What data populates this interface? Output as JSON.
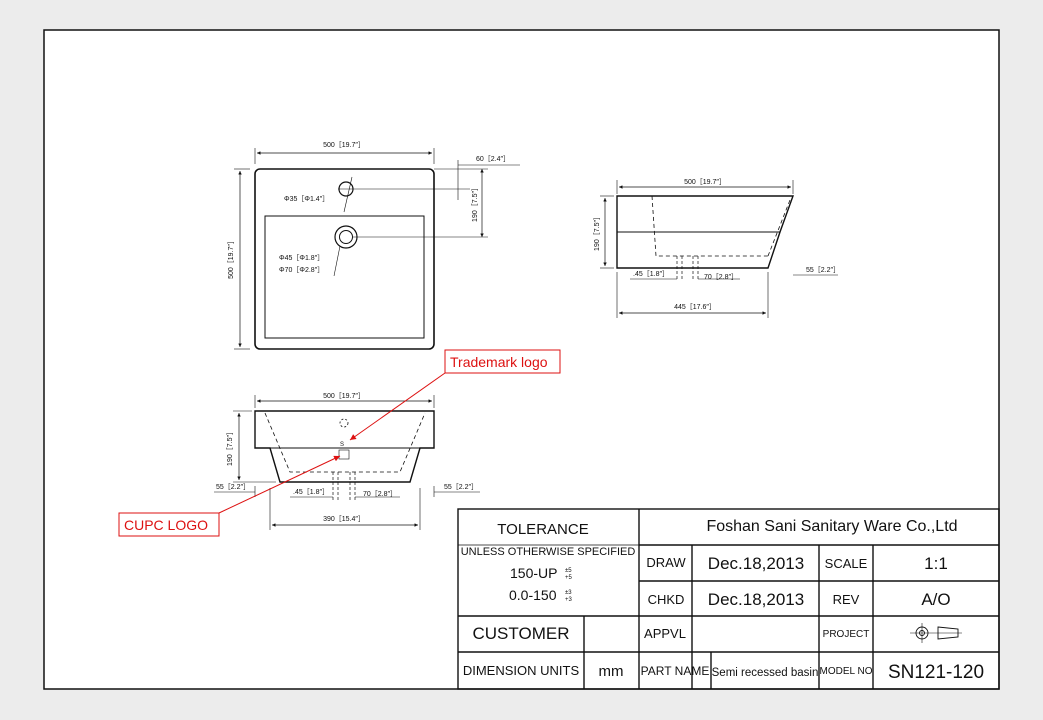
{
  "drawing": {
    "top_view": {
      "width_dim": "500［19.7″］",
      "height_dim": "500［19.7″］",
      "offset_dim": "60［2.4″］",
      "depth_dim": "190［7.5″］",
      "hole1": "Φ35［Φ1.4″］",
      "hole2": "Φ45［Φ1.8″］",
      "hole3": "Φ70［Φ2.8″］"
    },
    "side_view": {
      "width_dim": "500［19.7″］",
      "height_dim": "190［7.5″］",
      "drain_offset": ".45［1.8″］",
      "drain_dia": "70［2.8″］",
      "rim_dim": "55［2.2″］",
      "bottom_dim": "445［17.6″］"
    },
    "front_view": {
      "width_dim": "500［19.7″］",
      "height_dim": "190［7.5″］",
      "left_rim": "55［2.2″］",
      "drain_offset": ".45［1.8″］",
      "drain_dia": "70［2.8″］",
      "right_rim": "55［2.2″］",
      "bottom_dim": "390［15.4″］",
      "logo_mark": "S"
    },
    "callouts": {
      "trademark": "Trademark logo",
      "cupc": "CUPC LOGO"
    }
  },
  "title_block": {
    "tolerance": "TOLERANCE",
    "unless": "UNLESS OTHERWISE SPECIFIED",
    "tol1": "150-UP",
    "tol1_sup": "±5",
    "tol1_sub": "+5",
    "tol2": "0.0-150",
    "tol2_sup": "±3",
    "tol2_sub": "+3",
    "company": "Foshan Sani Sanitary Ware Co.,Ltd",
    "draw_label": "DRAW",
    "draw_date": "Dec.18,2013",
    "scale_label": "SCALE",
    "scale_value": "1:1",
    "chkd_label": "CHKD",
    "chkd_date": "Dec.18,2013",
    "rev_label": "REV",
    "rev_value": "A/O",
    "customer_label": "CUSTOMER",
    "appvl_label": "APPVL",
    "project_label": "PROJECT",
    "dim_units_label": "DIMENSION UNITS",
    "dim_units_value": "mm",
    "part_name_label": "PART NAME",
    "part_name_value": "Semi recessed basin",
    "model_no_label": "MODEL NO",
    "model_no_value": "SN121-120"
  }
}
